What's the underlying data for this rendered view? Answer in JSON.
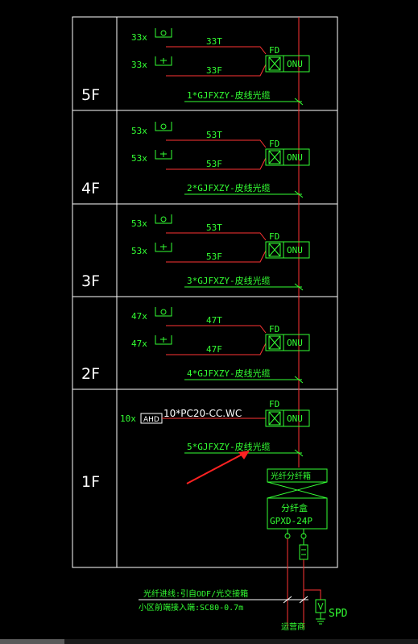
{
  "colors": {
    "background": "#000000",
    "frame": "#ffffff",
    "green": "#33ff33",
    "red": "#ff3333",
    "arrow": "#ff2222"
  },
  "floors": [
    {
      "label": "5F",
      "left_count": "33x",
      "right_count": "33x",
      "t_label": "33T",
      "f_label": "33F",
      "cable": "1*GJFXZY-皮线光缆"
    },
    {
      "label": "4F",
      "left_count": "53x",
      "right_count": "53x",
      "t_label": "53T",
      "f_label": "53F",
      "cable": "2*GJFXZY-皮线光缆"
    },
    {
      "label": "3F",
      "left_count": "53x",
      "right_count": "53x",
      "t_label": "53T",
      "f_label": "53F",
      "cable": "3*GJFXZY-皮线光缆"
    },
    {
      "label": "2F",
      "left_count": "47x",
      "right_count": "47x",
      "t_label": "47T",
      "f_label": "47F",
      "cable": "4*GJFXZY-皮线光缆"
    },
    {
      "label": "1F",
      "ahd_count": "10x",
      "ahd_label": "AHD",
      "wc_label": "10*PC20-CC.WC",
      "cable": "5*GJFXZY-皮线光缆"
    }
  ],
  "equipment": {
    "fd": "FD",
    "onu": "ONU",
    "odf_box": "光纤分纤箱",
    "splitter_name": "分纤盒",
    "splitter_model": "GPXD-24P"
  },
  "notes": {
    "line1": "光纤进线:引自ODF/光交接箱",
    "line2": "小区前端接入端:SC80-0.7m",
    "conduit": "运营商",
    "spd": "SPD"
  }
}
